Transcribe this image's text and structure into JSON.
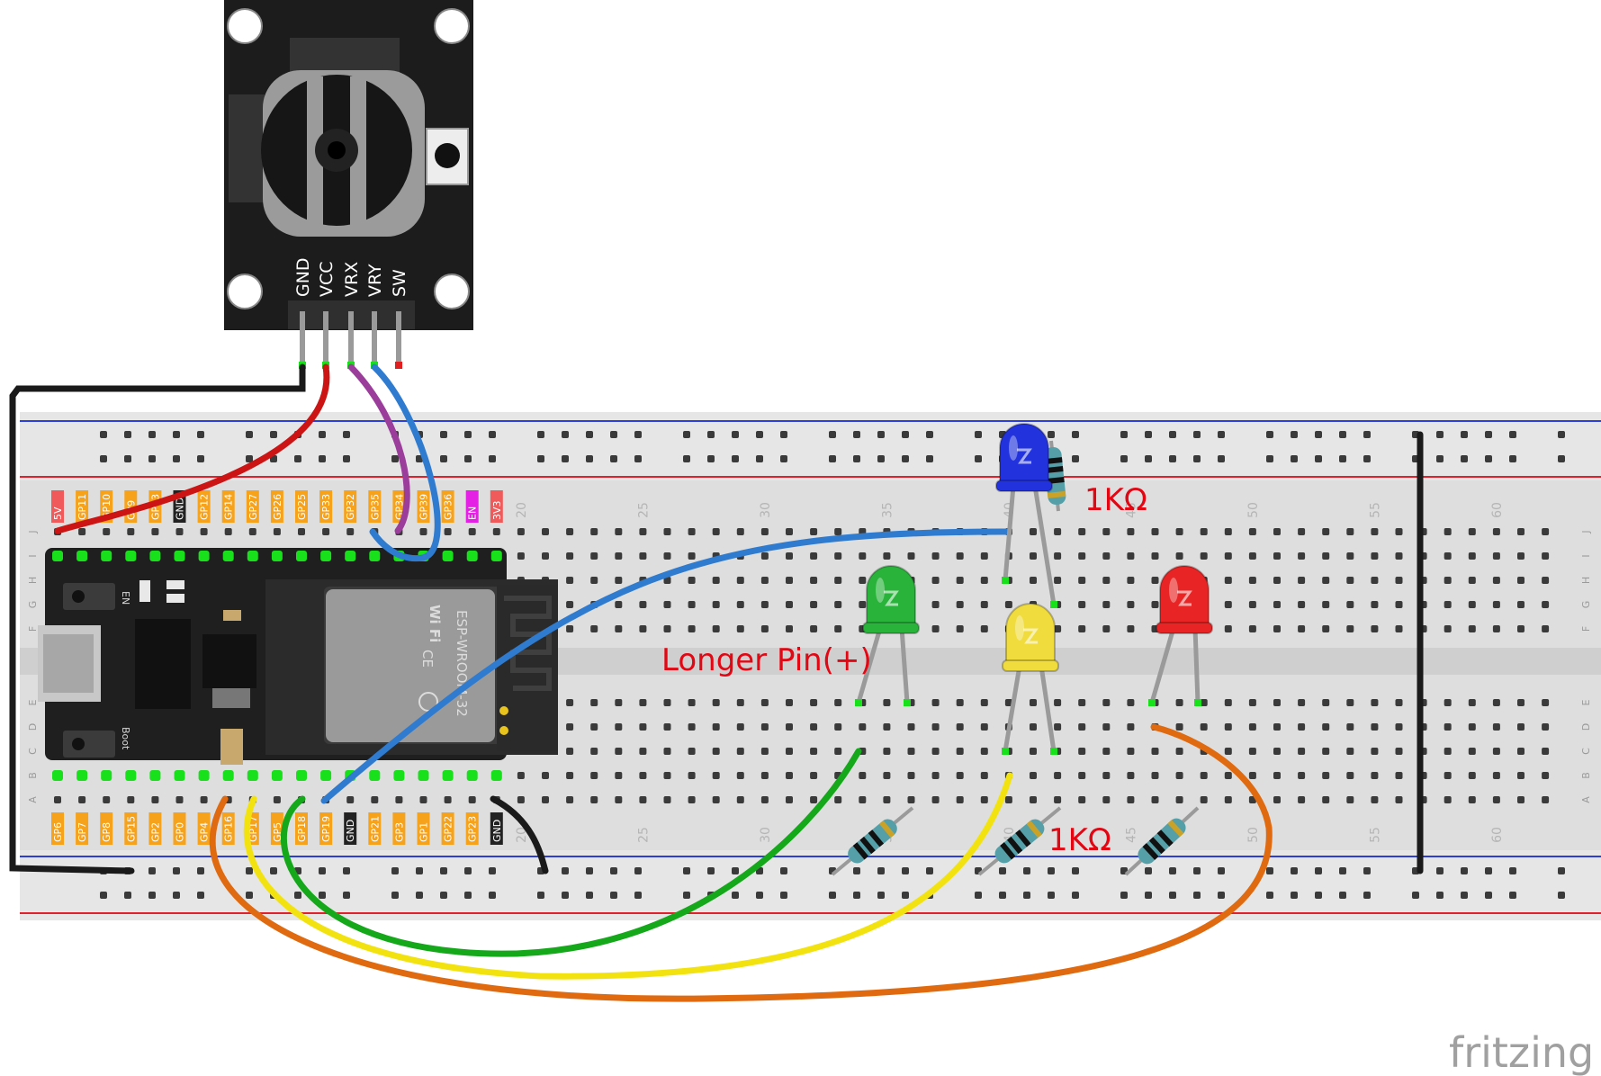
{
  "joystick": {
    "pins": [
      "GND",
      "VCC",
      "VRX",
      "VRY",
      "SW"
    ]
  },
  "esp32": {
    "top_pins": [
      {
        "label": "5V",
        "color": "#f15a5a"
      },
      {
        "label": "GP11",
        "color": "#f7a21b"
      },
      {
        "label": "GP10",
        "color": "#f7a21b"
      },
      {
        "label": "GP9",
        "color": "#f7a21b"
      },
      {
        "label": "GP13",
        "color": "#f7a21b"
      },
      {
        "label": "GND",
        "color": "#222222"
      },
      {
        "label": "GP12",
        "color": "#f7a21b"
      },
      {
        "label": "GP14",
        "color": "#f7a21b"
      },
      {
        "label": "GP27",
        "color": "#f7a21b"
      },
      {
        "label": "GP26",
        "color": "#f7a21b"
      },
      {
        "label": "GP25",
        "color": "#f7a21b"
      },
      {
        "label": "GP33",
        "color": "#f7a21b"
      },
      {
        "label": "GP32",
        "color": "#f7a21b"
      },
      {
        "label": "GP35",
        "color": "#f7a21b"
      },
      {
        "label": "GP34",
        "color": "#f7a21b"
      },
      {
        "label": "GP39",
        "color": "#f7a21b"
      },
      {
        "label": "GP36",
        "color": "#f7a21b"
      },
      {
        "label": "EN",
        "color": "#e520e5"
      },
      {
        "label": "3V3",
        "color": "#f15a5a"
      }
    ],
    "bottom_pins": [
      {
        "label": "GP6",
        "color": "#f7a21b"
      },
      {
        "label": "GP7",
        "color": "#f7a21b"
      },
      {
        "label": "GP8",
        "color": "#f7a21b"
      },
      {
        "label": "GP15",
        "color": "#f7a21b"
      },
      {
        "label": "GP2",
        "color": "#f7a21b"
      },
      {
        "label": "GP0",
        "color": "#f7a21b"
      },
      {
        "label": "GP4",
        "color": "#f7a21b"
      },
      {
        "label": "GP16",
        "color": "#f7a21b"
      },
      {
        "label": "GP17",
        "color": "#f7a21b"
      },
      {
        "label": "GP5",
        "color": "#f7a21b"
      },
      {
        "label": "GP18",
        "color": "#f7a21b"
      },
      {
        "label": "GP19",
        "color": "#f7a21b"
      },
      {
        "label": "GND",
        "color": "#222222"
      },
      {
        "label": "GP21",
        "color": "#f7a21b"
      },
      {
        "label": "GP3",
        "color": "#f7a21b"
      },
      {
        "label": "GP1",
        "color": "#f7a21b"
      },
      {
        "label": "GP22",
        "color": "#f7a21b"
      },
      {
        "label": "GP23",
        "color": "#f7a21b"
      },
      {
        "label": "GND",
        "color": "#222222"
      }
    ],
    "module_text": "ESP-WROOM-32",
    "wifi_text": "Wi Fi",
    "ce_text": "CE",
    "en_text": "EN",
    "boot_text": "Boot"
  },
  "breadboard": {
    "column_numbers": [
      "20",
      "25",
      "30",
      "35",
      "40",
      "45",
      "50",
      "55",
      "60"
    ],
    "top_row_letters": [
      "J",
      "I",
      "H",
      "G",
      "F"
    ],
    "bottom_row_letters": [
      "E",
      "D",
      "C",
      "B",
      "A"
    ]
  },
  "leds": [
    {
      "name": "blue",
      "color": "#2233dd"
    },
    {
      "name": "green",
      "color": "#29b33b"
    },
    {
      "name": "yellow",
      "color": "#f0dc3c"
    },
    {
      "name": "red",
      "color": "#e82424"
    }
  ],
  "wires": {
    "red": "#cc1414",
    "purple": "#9b3d9b",
    "blue": "#2f7bd0",
    "black": "#1a1a1a",
    "green": "#14a81a",
    "yellow": "#f2e310",
    "orange": "#e06a10"
  },
  "annotations": {
    "resistor_top": "1KΩ",
    "resistor_bottom": "1KΩ",
    "longer_pin": "Longer Pin(+)"
  },
  "brand": "fritzing"
}
